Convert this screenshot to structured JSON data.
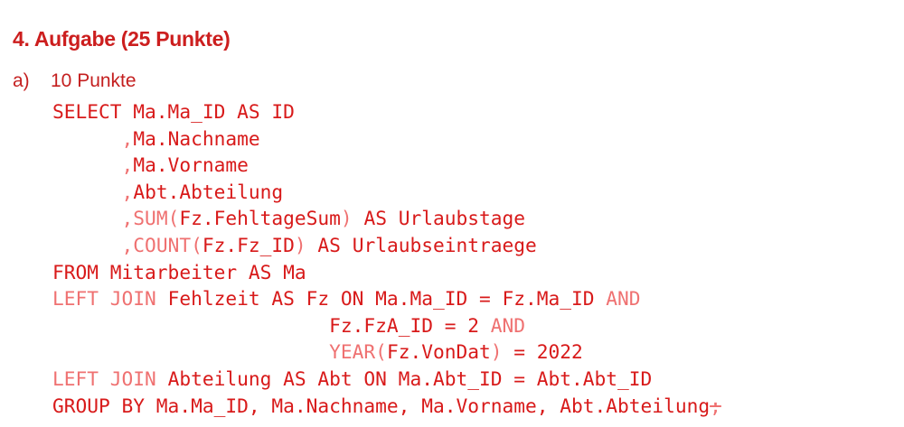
{
  "heading": "4. Aufgabe (25 Punkte)",
  "part_a": {
    "marker": "a)",
    "points": "10 Punkte"
  },
  "sql": {
    "l1": [
      "SELECT Ma.Ma_ID AS ID"
    ],
    "l2": [
      "      ",
      ",",
      "Ma.Nachname"
    ],
    "l3": [
      "      ",
      ",",
      "Ma.Vorname"
    ],
    "l4": [
      "      ",
      ",",
      "Abt.Abteilung"
    ],
    "l5": [
      "      ",
      ",SUM(",
      "Fz.FehltageSum",
      ")",
      " AS Urlaubstage"
    ],
    "l6": [
      "      ",
      ",COUNT(",
      "Fz.Fz_ID",
      ")",
      " AS Urlaubseintraege"
    ],
    "l7": [
      "FROM Mitarbeiter AS Ma"
    ],
    "l8": [
      "LEFT JOIN",
      " Fehlzeit AS Fz ON Ma.Ma_ID = Fz.Ma_ID ",
      "AND"
    ],
    "l9": [
      "                        ",
      "Fz.FzA_ID = 2 ",
      "AND"
    ],
    "l10": [
      "                        ",
      "YEAR(",
      "Fz.VonDat",
      ")",
      " = 2022"
    ],
    "l11": [
      "LEFT JOIN",
      " Abteilung AS Abt ON Ma.Abt_ID = Abt.Abt_ID"
    ],
    "l12": [
      "GROUP BY Ma.Ma_ID, Ma.Nachname, Ma.Vorname, Abt.Abteilung",
      ";"
    ]
  }
}
